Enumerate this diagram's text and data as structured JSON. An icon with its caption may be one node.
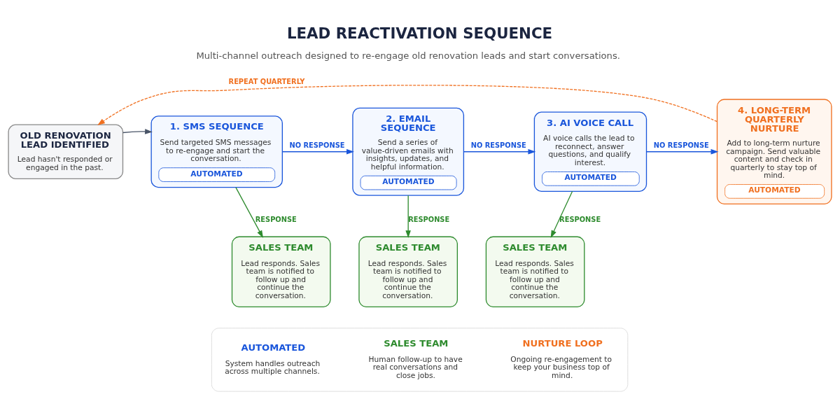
{
  "diagram": {
    "title": "LEAD REACTIVATION SEQUENCE",
    "nodes": [
      {
        "text": [
          "OLD RENOVATION LEAD IDENTIFIED",
          "Lead hasn't responded or engaged in the past."
        ]
      },
      {
        "text": [
          "1. SMS SEQUENCE",
          "Send targeted SMS messages to re-engage and start the conversation.",
          "AUTOMATED"
        ]
      },
      {
        "text": [
          "SALES TEAM",
          "Lead responds. Sales team is notified to follow up and continue the conversation."
        ]
      },
      {
        "text": [
          "2. EMAIL SEQUENCE",
          "Send a series of value-driven emails with insights, updates, and helpful information.",
          "AUTOMATED"
        ]
      },
      {
        "text": [
          "SALES TEAM",
          "Lead responds. Sales team is notified to follow up and continue the conversation."
        ]
      },
      {
        "text": [
          "3. AI VOICE CALL",
          "AI voice calls the lead to reconnect, answer questions, and qualify interest.",
          "AUTOMATED"
        ]
      },
      {
        "text": [
          "SALES TEAM",
          "Lead responds. Sales team is notified to follow up and continue the conversation."
        ]
      },
      {
        "text": [
          "4. LONG-TERM QUARTERLY NURTURE",
          "Add to long-term nurture campaign. Send valuable content and check in quarterly to stay top of mind.",
          "AUTOMATED"
        ]
      },
      {
        "text": [],
        "shape": "box"
      },
      {
        "text": [
          "AUTOMATED",
          "System handles outreach across multiple channels."
        ],
        "in": 8
      },
      {
        "text": [
          "SALES TEAM",
          "Human follow-up to have real conversations and close jobs."
        ],
        "in": 8
      },
      {
        "text": [
          "NURTURE LOOP",
          "Ongoing re-engagement to keep your business top of mind."
        ],
        "in": 8
      }
    ],
    "edges": [
      {
        "from": 0,
        "to": 1,
        "arrow": "to"
      },
      {
        "from": 1,
        "to": 2,
        "arrow": "to",
        "label": "RESPONSE",
        "color": "#2e8b2e"
      },
      {
        "from": 1,
        "to": 3,
        "arrow": "to",
        "label": "NO RESPONSE",
        "color": "#1a56db"
      },
      {
        "from": 3,
        "to": 4,
        "arrow": "to",
        "label": "RESPONSE",
        "color": "#2e8b2e"
      },
      {
        "from": 3,
        "to": 5,
        "arrow": "to",
        "label": "NO RESPONSE",
        "color": "#1a56db"
      },
      {
        "from": 5,
        "to": 6,
        "arrow": "to",
        "label": "RESPONSE",
        "color": "#2e8b2e"
      },
      {
        "from": 5,
        "to": 7,
        "arrow": "to",
        "label": "NO RESPONSE",
        "color": "#1a56db"
      },
      {
        "from": 7,
        "to": 0,
        "arrow": "to",
        "label": "REPEAT QUARTERLY",
        "style": "dashed",
        "color": "#f07020"
      }
    ],
    "labels": [
      "Multi-channel outreach designed to re-engage old renovation leads and start conversations."
    ]
  }
}
